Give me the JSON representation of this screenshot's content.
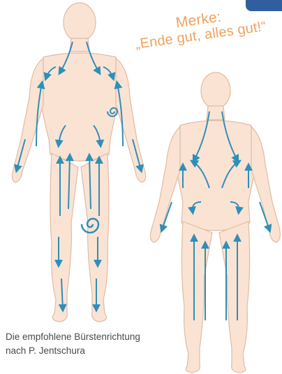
{
  "note": {
    "title": "Merke:",
    "quote": "„Ende gut, alles gut!“"
  },
  "caption": {
    "line1": "Die empfohlene Bürstenrichtung",
    "line2": "nach P. Jentschura"
  },
  "colors": {
    "skin": "#fbe3d3",
    "outline": "#e0bba3",
    "arrow": "#2e8fb8",
    "accent_text": "#f0a25e"
  }
}
